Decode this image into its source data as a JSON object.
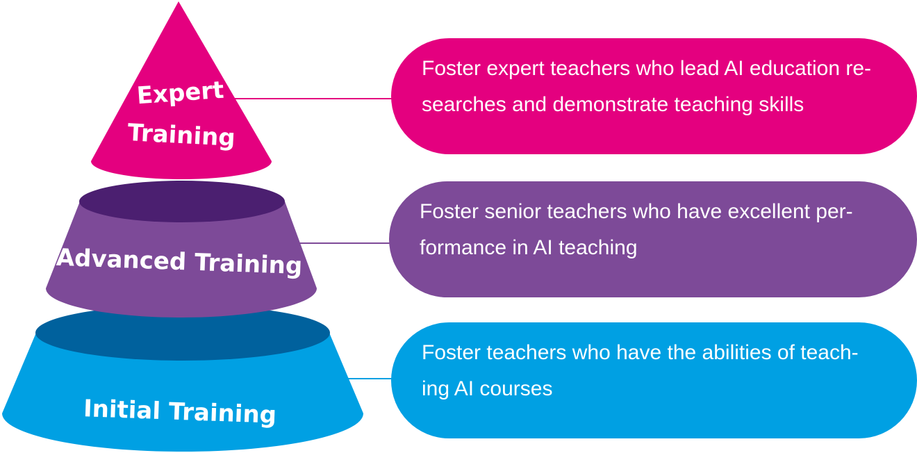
{
  "colors": {
    "expert": "#e4007f",
    "advanced": "#7d4a98",
    "advanced_top": "#4b1f70",
    "initial": "#00a0e3",
    "initial_top": "#00619d"
  },
  "tiers": [
    {
      "id": "expert",
      "label_lines": [
        "Expert",
        "Training"
      ],
      "description_lines": [
        "Foster expert teachers who lead AI education re-",
        "searches and demonstrate teaching skills"
      ]
    },
    {
      "id": "advanced",
      "label_lines": [
        "Advanced Training"
      ],
      "description_lines": [
        "Foster senior teachers who have excellent per-",
        "formance in AI teaching"
      ]
    },
    {
      "id": "initial",
      "label_lines": [
        "Initial Training"
      ],
      "description_lines": [
        "Foster teachers who have the abilities of teach-",
        "ing AI courses"
      ]
    }
  ]
}
